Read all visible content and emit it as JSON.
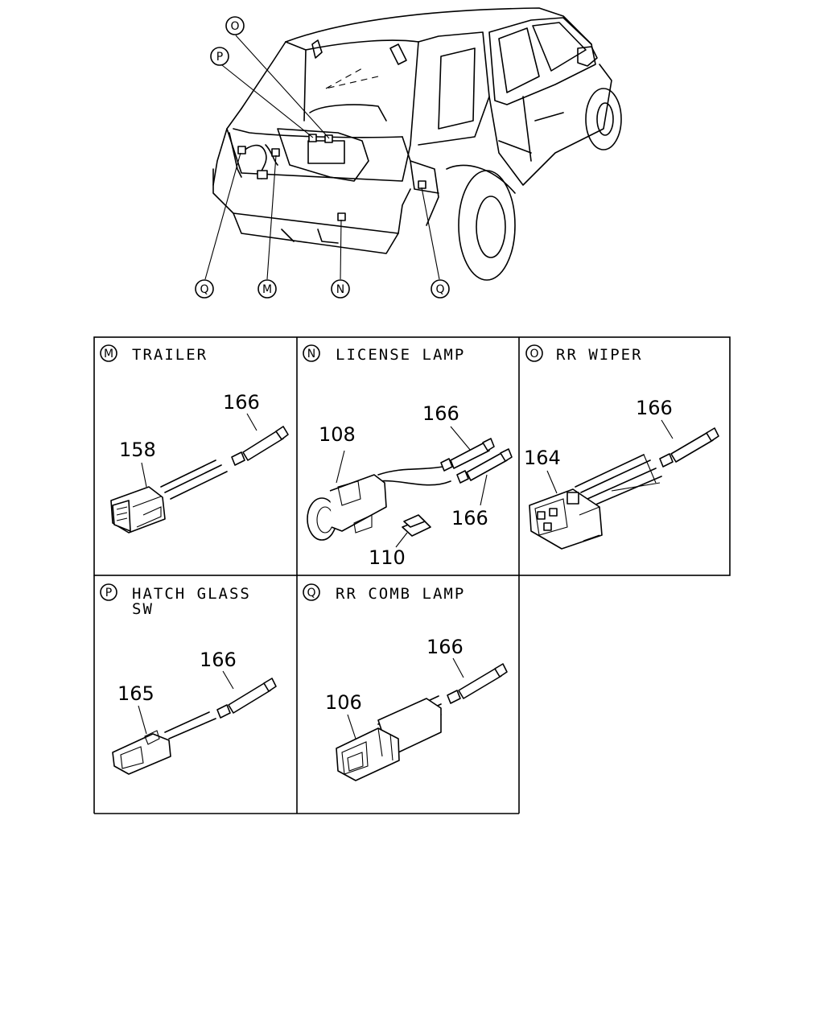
{
  "overview": {
    "callouts_top": [
      "O",
      "P"
    ],
    "callouts_bottom": [
      "Q",
      "M",
      "N",
      "Q"
    ]
  },
  "panels": [
    {
      "letter": "M",
      "title": "TRAILER",
      "parts": [
        "166",
        "158"
      ]
    },
    {
      "letter": "N",
      "title": "LICENSE LAMP",
      "parts": [
        "108",
        "166",
        "166",
        "110"
      ]
    },
    {
      "letter": "O",
      "title": "RR WIPER",
      "parts": [
        "166",
        "164"
      ]
    },
    {
      "letter": "P",
      "title": "HATCH GLASS",
      "title_line2": "SW",
      "parts": [
        "166",
        "165"
      ]
    },
    {
      "letter": "Q",
      "title": "RR COMB LAMP",
      "parts": [
        "166",
        "106"
      ]
    }
  ]
}
